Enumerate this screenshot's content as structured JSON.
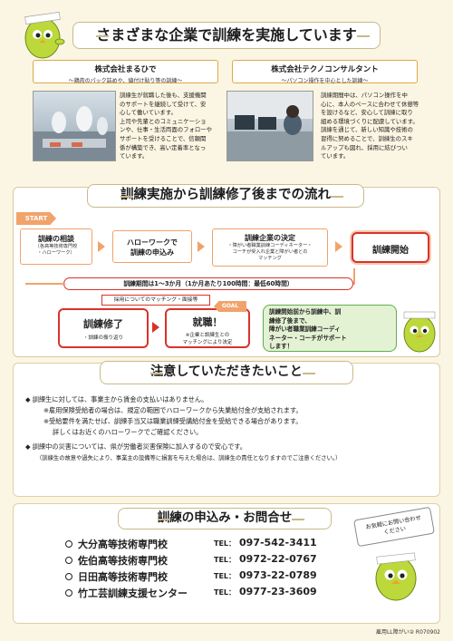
{
  "section1": {
    "title": "さまざまな企業で訓練を実施しています",
    "company1": {
      "name": "株式会社まるひで",
      "sub": "～鶏肉のパック詰めや、値付け貼り等の訓練～",
      "desc": [
        "訓練生が就職した後も、支援機関",
        "のサポートを継続して受けて、安",
        "心して働いています。",
        "上司や先輩とのコミュニケーショ",
        "ンや、仕事・生活両面のフォローや",
        "サポートを受けることで、信頼関",
        "係が構築でき、高い定着率となっ",
        "ています。"
      ]
    },
    "company2": {
      "name": "株式会社テクノコンサルタント",
      "sub": "～パソコン操作を中心とした訓練～",
      "desc": [
        "訓練期間中は、パソコン操作を中",
        "心に、本人のペースに合わせて休憩等",
        "を設けるなど、安心して訓練に取り",
        "組める環境づくりに配慮しています。",
        "訓練を通じて、新しい知識や技術の",
        "習得に努めることで、訓練生のスキ",
        "ルアップも図れ、採用に結びつい",
        "ています。"
      ]
    }
  },
  "section2": {
    "title": "訓練実施から訓練修了後までの流れ",
    "start_label": "START",
    "goal_label": "GOAL",
    "step1": {
      "main": "訓練の相談",
      "sub1": "（各高等技術専門校",
      "sub2": "・ハローワーク）"
    },
    "step2": {
      "main1": "ハローワークで",
      "main2": "訓練の申込み"
    },
    "step3": {
      "main": "訓練企業の決定",
      "sub1": "・障がい者職業訓練コーディネーター・",
      "sub2": "コーチが受入れ企業と障がい者との",
      "sub3": "マッチング"
    },
    "step4": {
      "main": "訓練開始"
    },
    "period": "訓練期間は1～3か月（1か月あたり100時間：最低60時間）",
    "matching_label": "採用についてのマッチング・面接等",
    "step5": {
      "main": "訓練修了",
      "sub": "・訓練の振り返り"
    },
    "step6": {
      "main": "就職！",
      "sub1": "※企業と訓練生との",
      "sub2": "マッチングにより決定"
    },
    "bubble": [
      "訓練開始前から訓練中、訓",
      "練修了後まで、",
      "障がい者職業訓練コーディ",
      "ネーター・コーチがサポート",
      "します！"
    ]
  },
  "section3": {
    "title": "注意していただきたいこと",
    "lines": [
      "◆ 訓練生に対しては、事業主から賃金の支払いはありません。",
      "※雇用保険受給者の場合は、規定の範囲でハローワークから失業給付金が支給されます。",
      "※受給要件を満たせば、訓練手当又は職業訓練受講給付金を受給できる場合があります。",
      "詳しくはお近くのハローワークでご確認ください。",
      "◆ 訓練中の災害については、県が労働者災害保険に加入するので安心です。",
      "（訓練生の故意や過失により、事業主の設備等に損害を与えた場合は、訓練生の責任となりますのでご注意ください。）"
    ]
  },
  "section4": {
    "title": "訓練の申込み・お問合せ",
    "balloon": [
      "お気軽にお問い合わせ",
      "ください"
    ],
    "tel_label": "TEL：",
    "contacts": [
      {
        "name": "大分高等技術専門校",
        "tel": "097-542-3411"
      },
      {
        "name": "佐伯高等技術専門校",
        "tel": "0972-22-0767"
      },
      {
        "name": "日田高等技術専門校",
        "tel": "0973-22-0789"
      },
      {
        "name": "竹工芸訓練支援センター",
        "tel": "0977-23-3609"
      }
    ]
  },
  "footer": "雇用LL障がい② R070902",
  "colors": {
    "accent_orange": "#f0a36b",
    "accent_red": "#d8332a",
    "accent_green": "#5bb04a",
    "bg": "#fbf6e3"
  }
}
